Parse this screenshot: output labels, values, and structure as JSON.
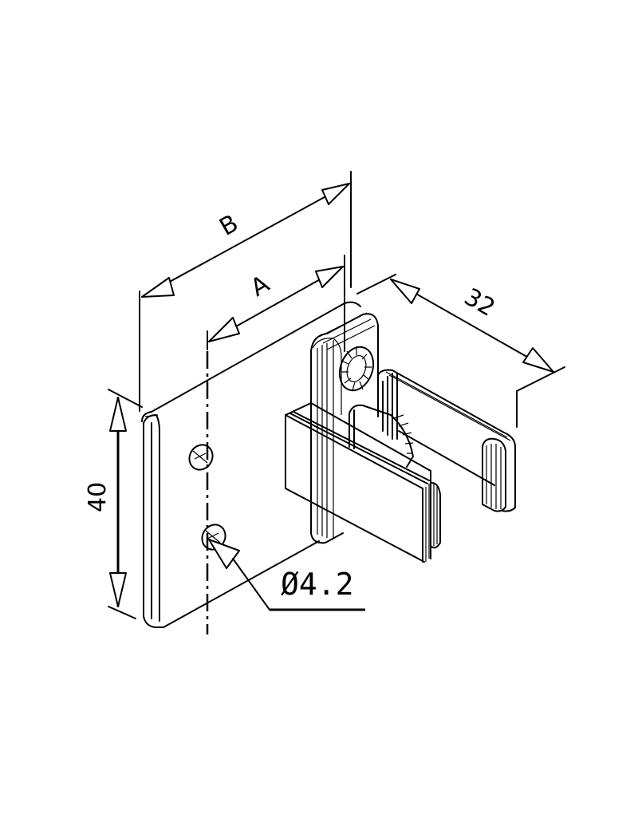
{
  "drawing": {
    "type": "isometric technical drawing",
    "subject": "glass clamp / wall mounting bracket",
    "dimensions": {
      "B": "B",
      "A": "A",
      "depth": "32",
      "height": "40",
      "hole_diameter": "Ø4.2"
    }
  }
}
